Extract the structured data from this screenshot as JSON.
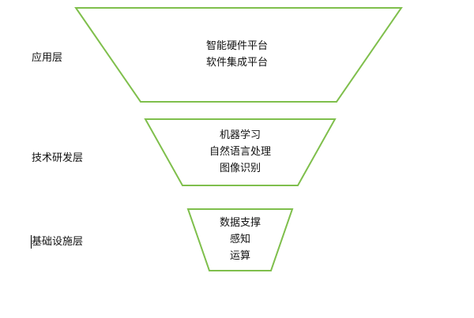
{
  "layers": [
    {
      "label": "应用层",
      "lines": [
        "智能硬件平台",
        "软件集成平台"
      ]
    },
    {
      "label": "技术研发层",
      "lines": [
        "机器学习",
        "自然语言处理",
        "图像识别"
      ]
    },
    {
      "label": "基础设施层",
      "lines": [
        "数据支撑",
        "感知",
        "运算"
      ]
    }
  ],
  "colors": {
    "stroke": "#7fbf4c",
    "text": "#111111"
  }
}
